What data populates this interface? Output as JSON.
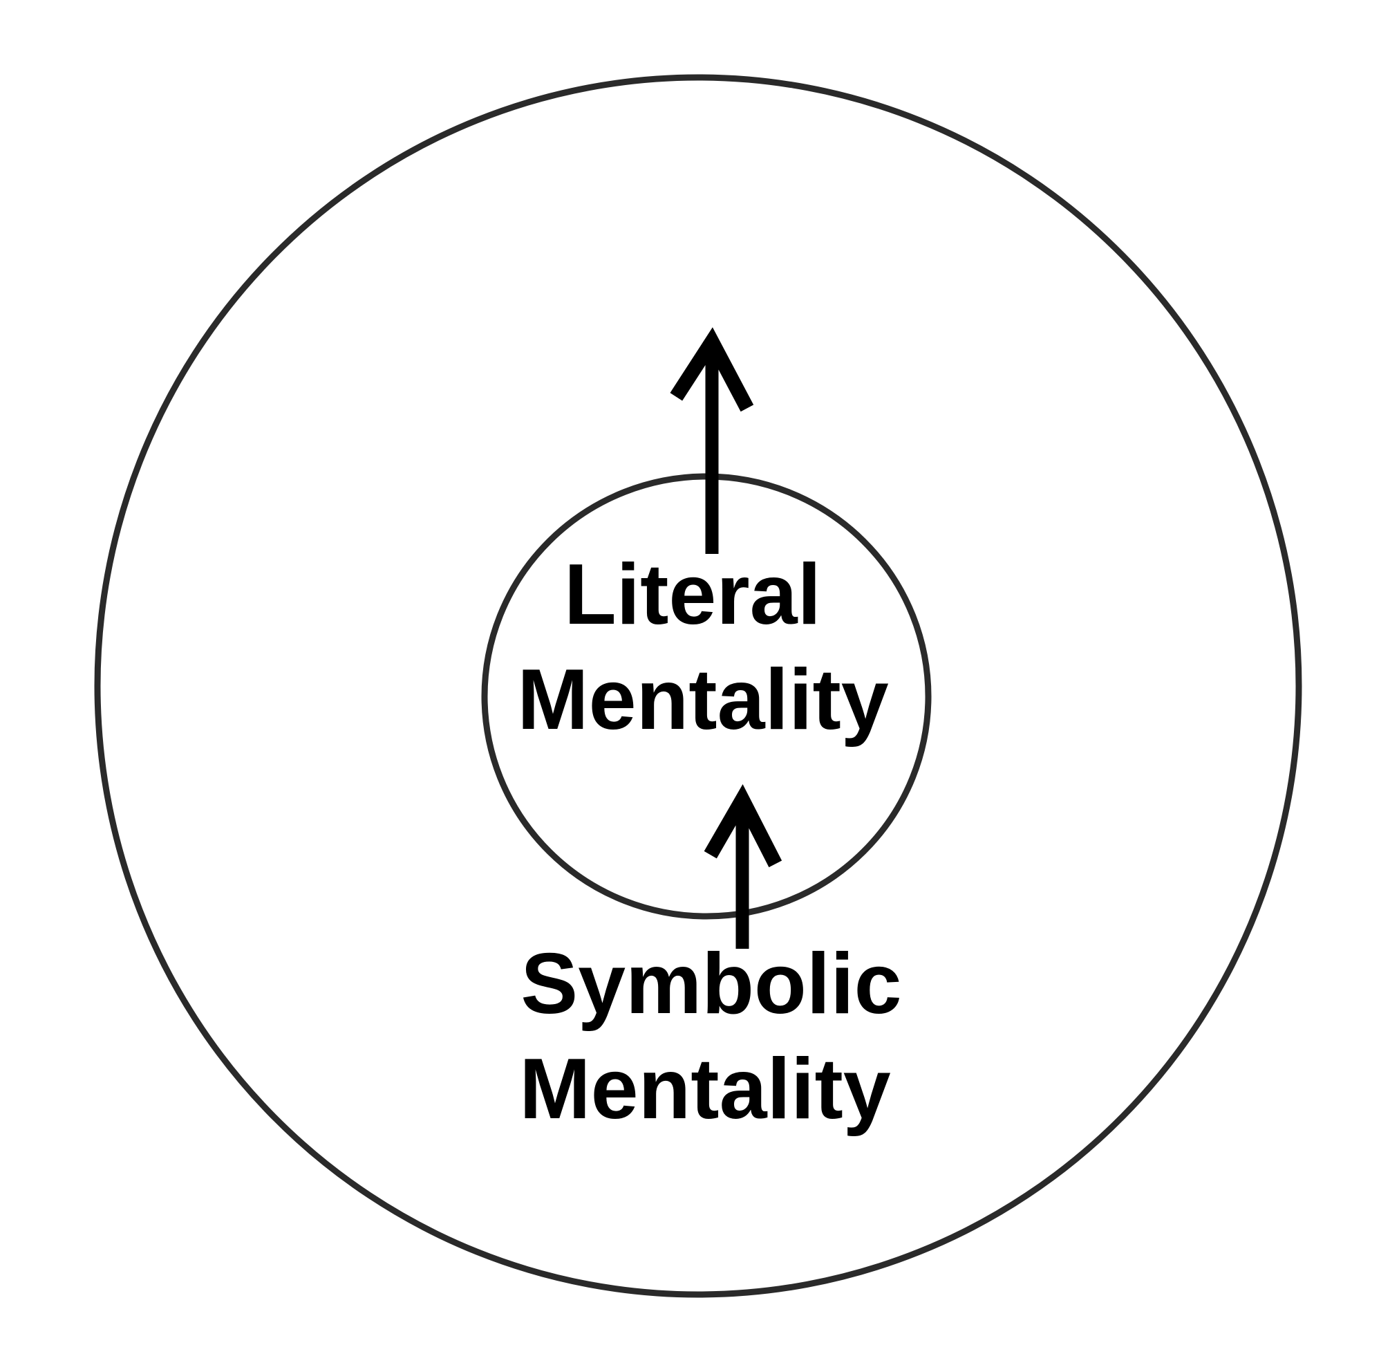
{
  "diagram": {
    "inner": {
      "line1": "Literal",
      "line2": "Mentality"
    },
    "outer": {
      "line1": "Symbolic",
      "line2": "Mentality"
    }
  },
  "colors": {
    "ink": "#000000",
    "ring": "#2a2a2a",
    "background": "#ffffff"
  }
}
